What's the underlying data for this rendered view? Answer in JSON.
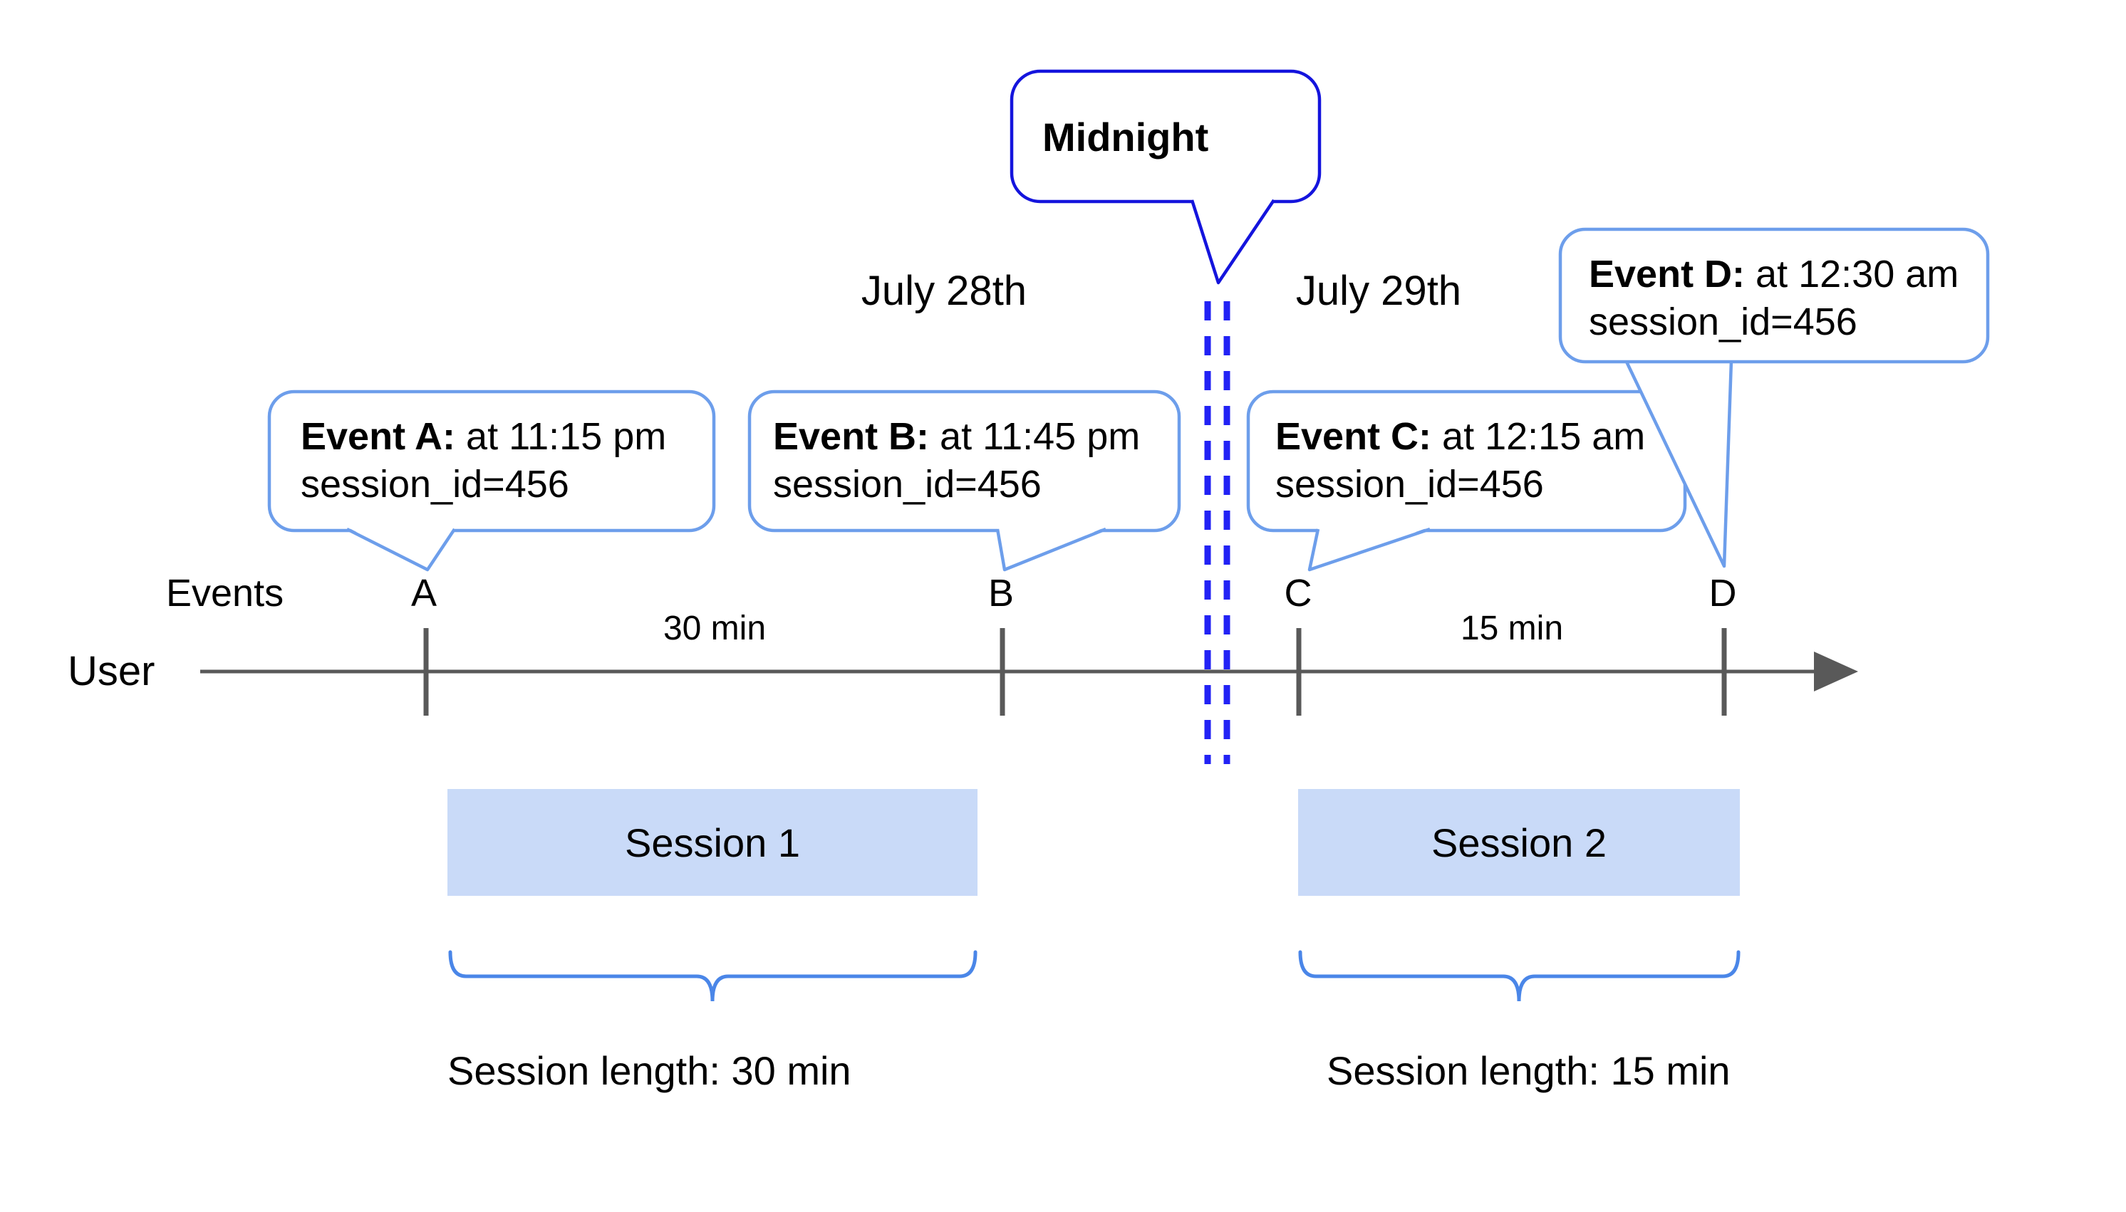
{
  "midnight": {
    "label": "Midnight"
  },
  "dates": {
    "left": "July 28th",
    "right": "July 29th"
  },
  "axis": {
    "events_label": "Events",
    "user_label": "User"
  },
  "events": [
    {
      "letter": "A",
      "bold": "Event A:",
      "time": " at 11:15 pm",
      "session": "session_id=456"
    },
    {
      "letter": "B",
      "bold": "Event B:",
      "time": " at 11:45 pm",
      "session": "session_id=456"
    },
    {
      "letter": "C",
      "bold": "Event C:",
      "time": " at 12:15 am",
      "session": "session_id=456"
    },
    {
      "letter": "D",
      "bold": "Event D:",
      "time": " at 12:30 am",
      "session": "session_id=456"
    }
  ],
  "intervals": [
    {
      "label": "30 min"
    },
    {
      "label": "15 min"
    }
  ],
  "sessions": [
    {
      "name": "Session 1",
      "length": "Session length: 30 min"
    },
    {
      "name": "Session 2",
      "length": "Session length: 15 min"
    }
  ],
  "colors": {
    "callout_light_blue": "#6d9eeb",
    "callout_dark_blue": "#1414dd",
    "dashed_line_blue": "#2222f5",
    "session_fill": "#c9daf8",
    "brace_blue": "#4a86e8",
    "axis_gray": "#595959",
    "text_black": "#000000",
    "background": "#ffffff"
  }
}
